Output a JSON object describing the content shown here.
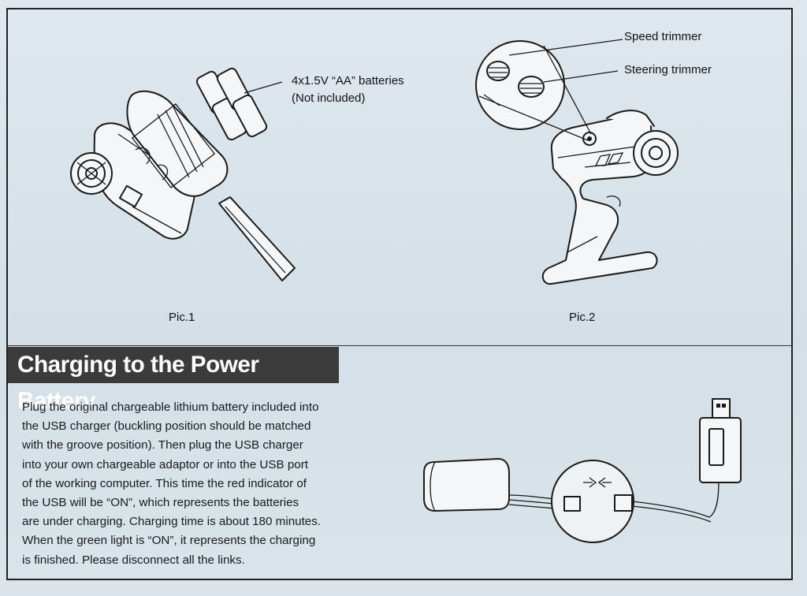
{
  "figures": {
    "pic1": {
      "caption": "Pic.1",
      "callout_line1": "4x1.5V “AA” batteries",
      "callout_line2": "(Not included)"
    },
    "pic2": {
      "caption": "Pic.2",
      "speed_label": "Speed trimmer",
      "steering_label": "Steering trimmer"
    }
  },
  "section": {
    "title": "Charging to the Power Battery",
    "lines": [
      "Plug the original chargeable lithium battery included into",
      "the USB charger (buckling position should be matched",
      "with the groove position). Then plug the USB charger",
      "into your own chargeable adaptor or into the USB port",
      "of the working computer. This time the red indicator of",
      "the USB will be “ON”, which represents the batteries",
      "are under charging. Charging time is about 180 minutes.",
      "When the green light is “ON”, it represents the charging",
      "is finished. Please disconnect all the links."
    ]
  }
}
